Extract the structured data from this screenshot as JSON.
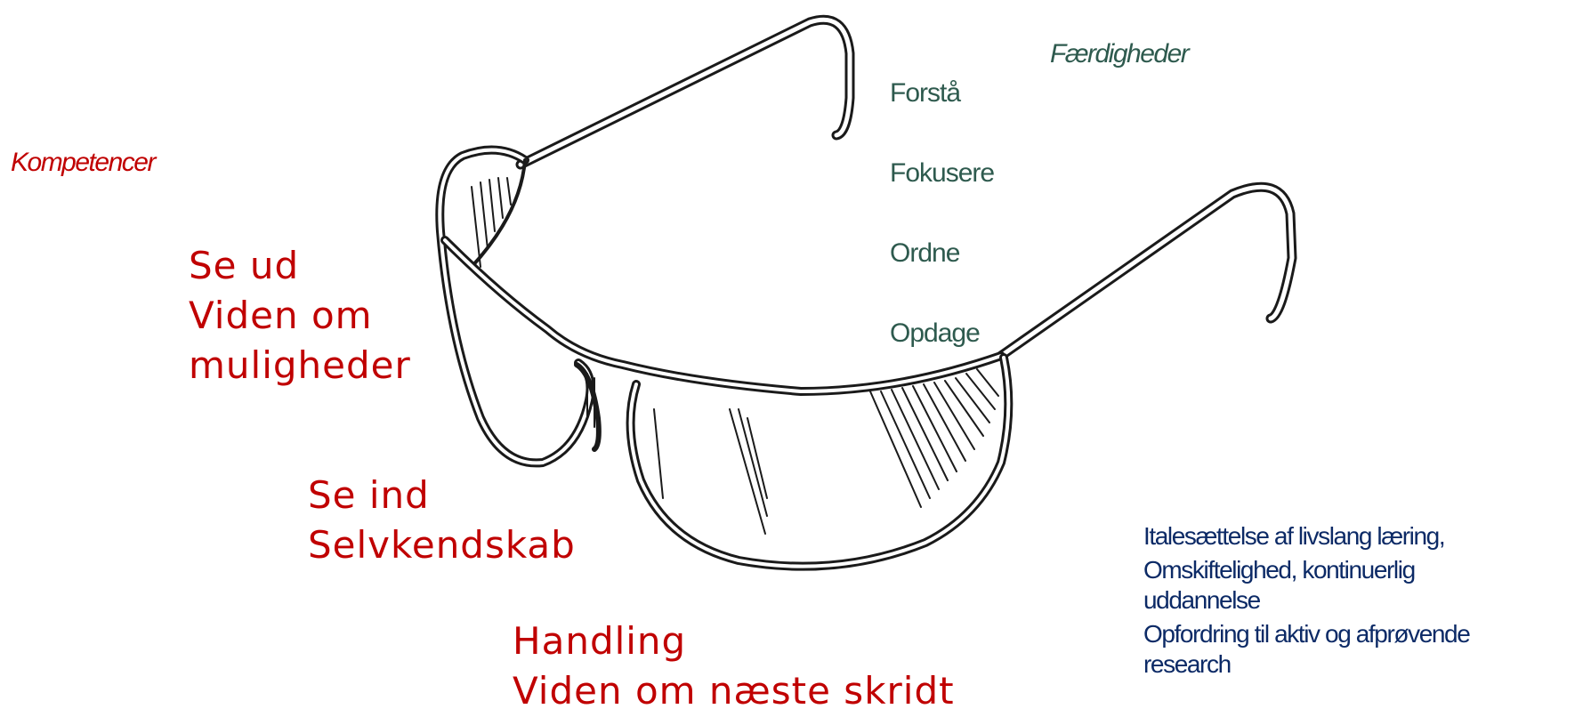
{
  "labels": {
    "kompetencer": "Kompetencer",
    "faerdigheder": "Færdigheder"
  },
  "skills": [
    "Forstå",
    "Fokusere",
    "Ordne",
    "Opdage"
  ],
  "competences": {
    "se_ud": [
      "Se ud",
      "Viden om",
      "muligheder"
    ],
    "se_ind": [
      "Se ind",
      "Selvkendskab"
    ],
    "handling": [
      "Handling",
      "Viden om næste skridt"
    ]
  },
  "notes": {
    "item1": "Italesættelse af livslang læring,",
    "item2": [
      "Omskiftelighed, kontinuerlig",
      "uddannelse"
    ],
    "item3": [
      "Opfordring til aktiv og afprøvende",
      "research"
    ]
  },
  "colors": {
    "red": "#c00000",
    "green": "#2e5a4e",
    "navy": "#0c2a66",
    "ink": "#1a1a1a"
  }
}
